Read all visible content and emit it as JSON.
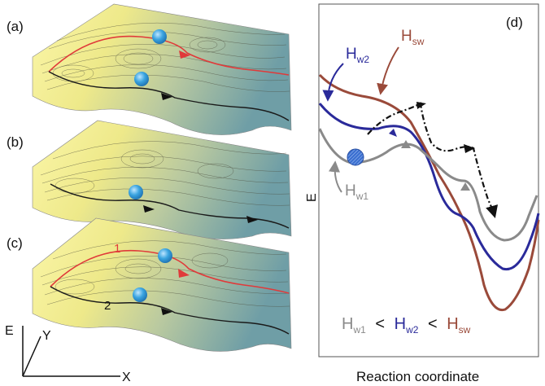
{
  "panels": {
    "a": {
      "label": "(a)"
    },
    "b": {
      "label": "(b)"
    },
    "c": {
      "label": "(c)",
      "path1_label": "1",
      "path2_label": "2"
    },
    "d": {
      "label": "(d)"
    }
  },
  "axes3d": {
    "e_label": "E",
    "y_label": "Y",
    "x_label": "X"
  },
  "energy_plot": {
    "ylabel": "E",
    "xlabel": "Reaction coordinate",
    "curves": [
      {
        "id": "w1",
        "name": "H",
        "sub": "w1",
        "color": "#8a8a8a"
      },
      {
        "id": "w2",
        "name": "H",
        "sub": "w2",
        "color": "#2a2a9a"
      },
      {
        "id": "sw",
        "name": "H",
        "sub": "sw",
        "color": "#9a4a3a"
      }
    ],
    "inequality": {
      "lt": "<"
    }
  },
  "colors": {
    "surface_light": "#f2ec8a",
    "surface_dark": "#6f9ea6",
    "path_red": "#e03a3a",
    "path_black": "#1a1a1a",
    "ball": "#3aa4e0"
  }
}
